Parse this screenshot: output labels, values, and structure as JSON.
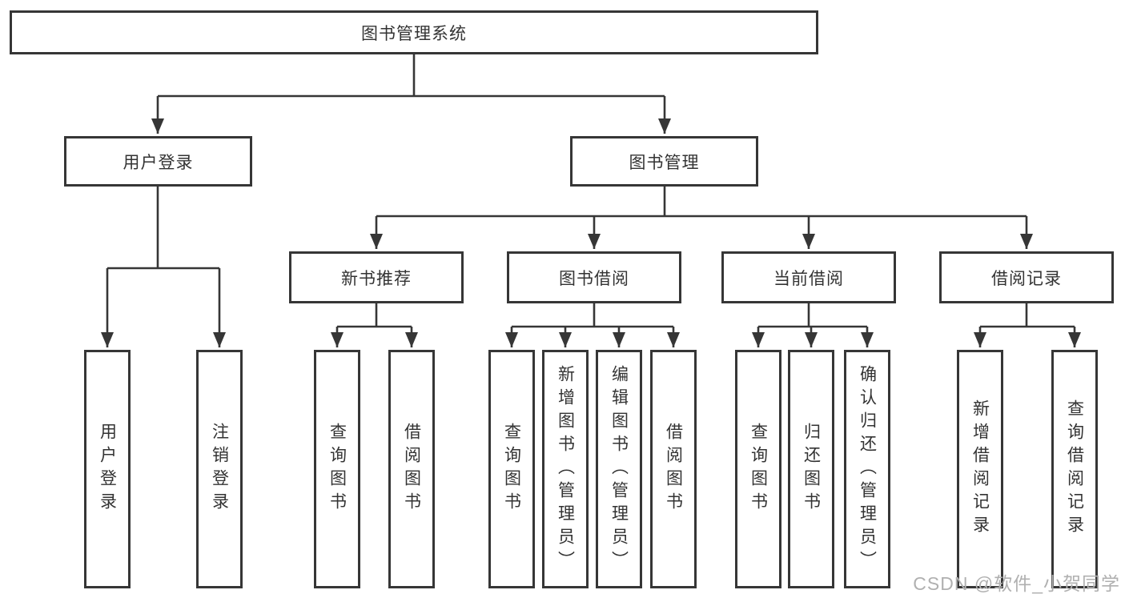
{
  "diagram": {
    "root": {
      "label": "图书管理系统",
      "children": [
        {
          "label": "用户登录",
          "children": [
            {
              "label": "用户登录"
            },
            {
              "label": "注销登录"
            }
          ]
        },
        {
          "label": "图书管理",
          "children": [
            {
              "label": "新书推荐",
              "children": [
                {
                  "label": "查询图书"
                },
                {
                  "label": "借阅图书"
                }
              ]
            },
            {
              "label": "图书借阅",
              "children": [
                {
                  "label": "查询图书"
                },
                {
                  "label": "新增图书（管理员）"
                },
                {
                  "label": "编辑图书（管理员）"
                },
                {
                  "label": "借阅图书"
                }
              ]
            },
            {
              "label": "当前借阅",
              "children": [
                {
                  "label": "查询图书"
                },
                {
                  "label": "归还图书"
                },
                {
                  "label": "确认归还（管理员）"
                }
              ]
            },
            {
              "label": "借阅记录",
              "children": [
                {
                  "label": "新增借阅记录"
                },
                {
                  "label": "查询借阅记录"
                }
              ]
            }
          ]
        }
      ]
    }
  },
  "watermark": {
    "text": "CSDN @软件_小贺同学"
  },
  "colors": {
    "line": "#363636",
    "text": "#333333",
    "watermark": "#b0b0b0",
    "background": "#ffffff"
  }
}
